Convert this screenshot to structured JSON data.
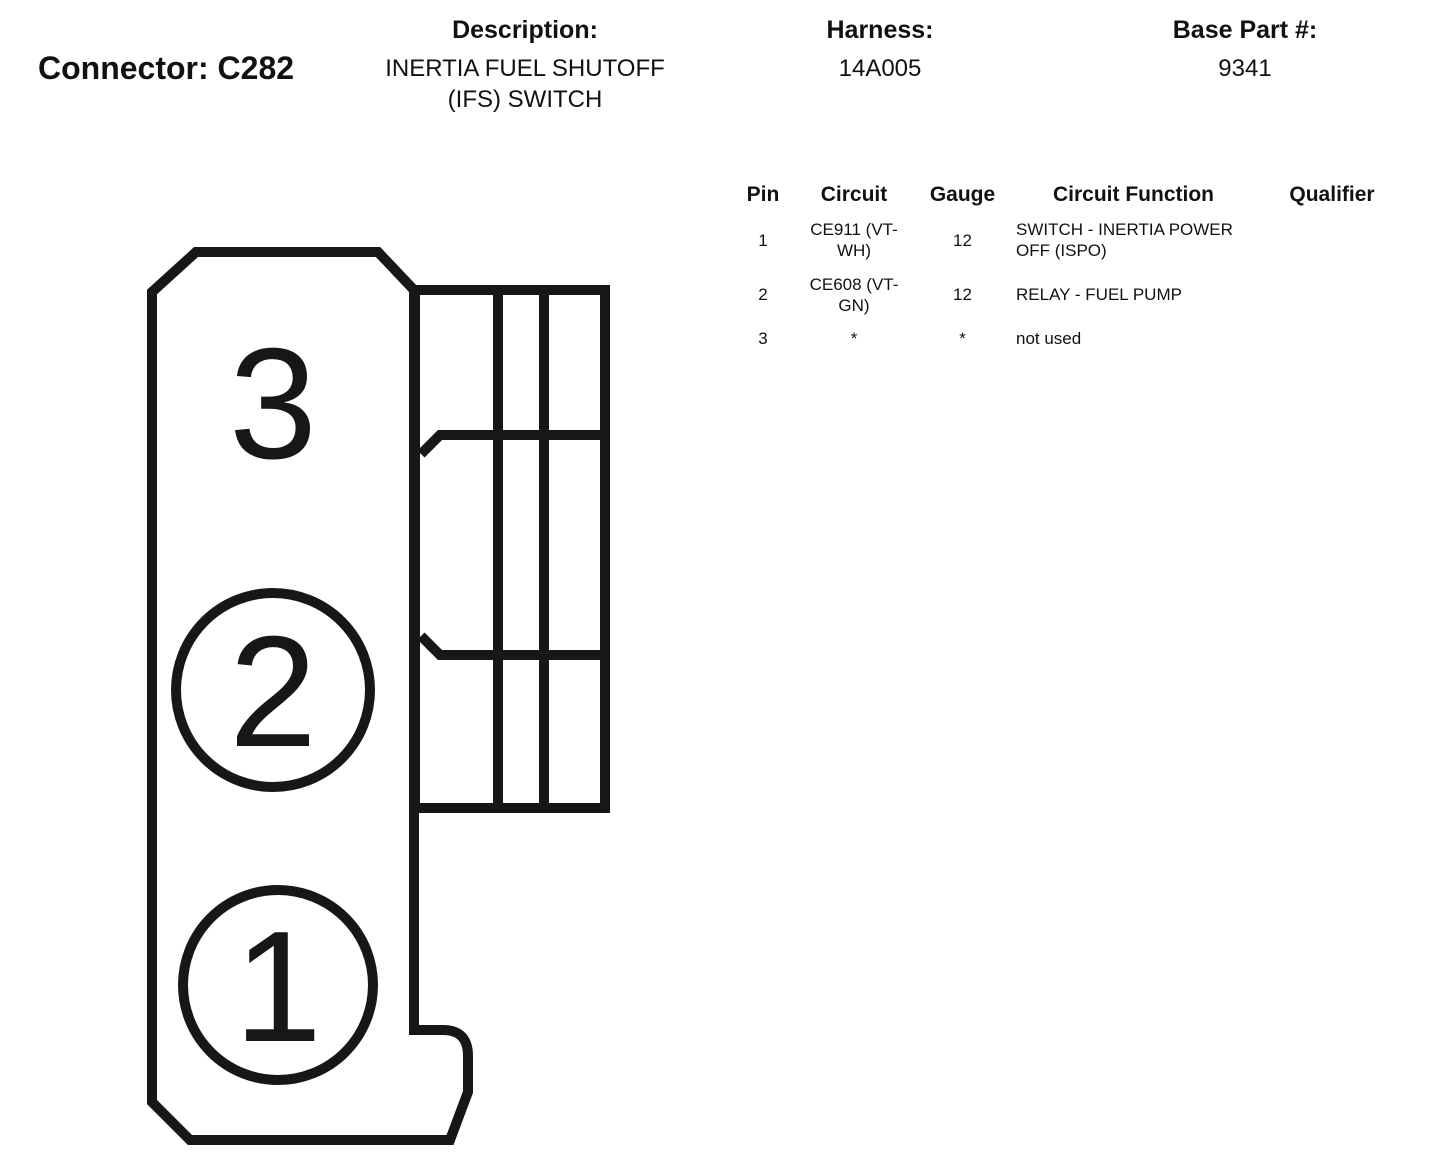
{
  "header": {
    "connector_label": "Connector: C282",
    "description_label": "Description:",
    "description_value": "INERTIA FUEL SHUTOFF (IFS) SWITCH",
    "harness_label": "Harness:",
    "harness_value": "14A005",
    "base_part_label": "Base Part #:",
    "base_part_value": "9341"
  },
  "pin_table": {
    "columns": [
      "Pin",
      "Circuit",
      "Gauge",
      "Circuit Function",
      "Qualifier"
    ],
    "rows": [
      {
        "pin": "1",
        "circuit": "CE911 (VT-WH)",
        "gauge": "12",
        "function": "SWITCH - INERTIA POWER OFF (ISPO)",
        "qualifier": ""
      },
      {
        "pin": "2",
        "circuit": "CE608 (VT-GN)",
        "gauge": "12",
        "function": "RELAY - FUEL PUMP",
        "qualifier": ""
      },
      {
        "pin": "3",
        "circuit": "*",
        "gauge": "*",
        "function": "not used",
        "qualifier": ""
      }
    ]
  },
  "diagram": {
    "pins": [
      "3",
      "2",
      "1"
    ]
  },
  "colors": {
    "line": "#171717",
    "text": "#111111",
    "background": "#ffffff"
  }
}
